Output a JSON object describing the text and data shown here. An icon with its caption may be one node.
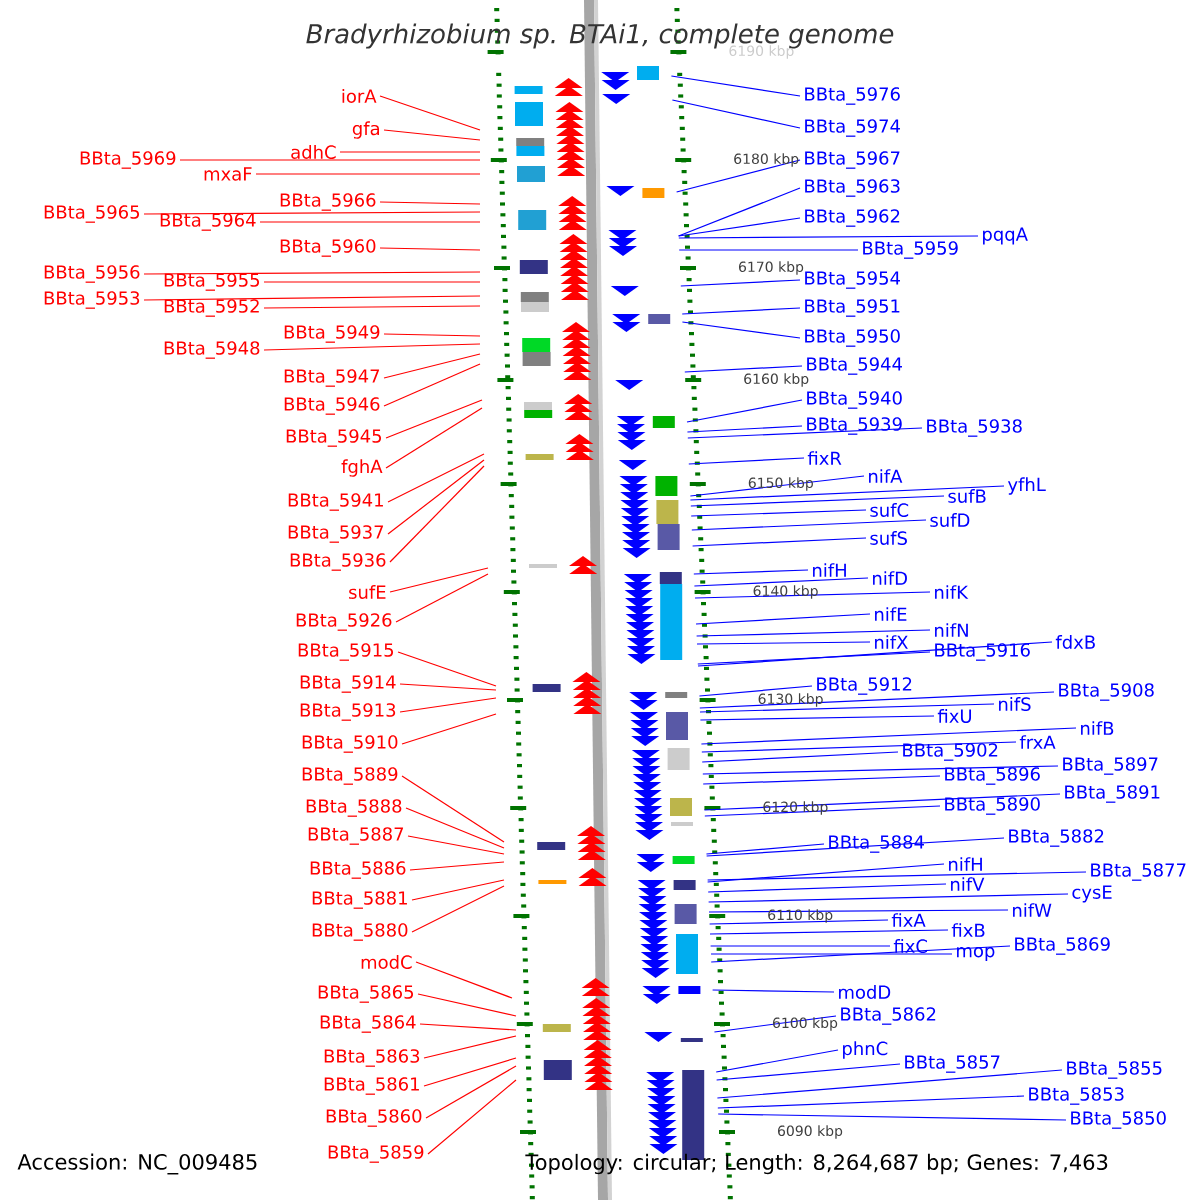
{
  "diagram": {
    "title": "Bradyrhizobium sp. BTAi1, complete genome",
    "nodes": [
      {
        "text": [
          "iorA"
        ]
      },
      {
        "text": [
          "gfa"
        ]
      },
      {
        "text": [
          "adhC"
        ]
      },
      {
        "text": [
          "BBta_5969"
        ]
      },
      {
        "text": [
          "mxaF"
        ]
      },
      {
        "text": [
          "BBta_5966"
        ]
      },
      {
        "text": [
          "BBta_5965"
        ]
      },
      {
        "text": [
          "BBta_5964"
        ]
      },
      {
        "text": [
          "BBta_5960"
        ]
      },
      {
        "text": [
          "BBta_5956"
        ]
      },
      {
        "text": [
          "BBta_5955"
        ]
      },
      {
        "text": [
          "BBta_5953"
        ]
      },
      {
        "text": [
          "BBta_5952"
        ]
      },
      {
        "text": [
          "BBta_5949"
        ]
      },
      {
        "text": [
          "BBta_5948"
        ]
      },
      {
        "text": [
          "BBta_5947"
        ]
      },
      {
        "text": [
          "BBta_5946"
        ]
      },
      {
        "text": [
          "BBta_5945"
        ]
      },
      {
        "text": [
          "fghA"
        ]
      },
      {
        "text": [
          "BBta_5941"
        ]
      },
      {
        "text": [
          "BBta_5937"
        ]
      },
      {
        "text": [
          "BBta_5936"
        ]
      },
      {
        "text": [
          "sufE"
        ]
      },
      {
        "text": [
          "BBta_5926"
        ]
      },
      {
        "text": [
          "BBta_5915"
        ]
      },
      {
        "text": [
          "BBta_5914"
        ]
      },
      {
        "text": [
          "BBta_5913"
        ]
      },
      {
        "text": [
          "BBta_5910"
        ]
      },
      {
        "text": [
          "BBta_5889"
        ]
      },
      {
        "text": [
          "BBta_5888"
        ]
      },
      {
        "text": [
          "BBta_5887"
        ]
      },
      {
        "text": [
          "BBta_5886"
        ]
      },
      {
        "text": [
          "BBta_5881"
        ]
      },
      {
        "text": [
          "BBta_5880"
        ]
      },
      {
        "text": [
          "modC"
        ]
      },
      {
        "text": [
          "BBta_5865"
        ]
      },
      {
        "text": [
          "BBta_5864"
        ]
      },
      {
        "text": [
          "BBta_5863"
        ]
      },
      {
        "text": [
          "BBta_5861"
        ]
      },
      {
        "text": [
          "BBta_5860"
        ]
      },
      {
        "text": [
          "BBta_5859"
        ]
      },
      {
        "text": [
          "BBta_5976"
        ]
      },
      {
        "text": [
          "BBta_5974"
        ]
      },
      {
        "text": [
          "BBta_5967"
        ]
      },
      {
        "text": [
          "BBta_5963"
        ]
      },
      {
        "text": [
          "BBta_5962"
        ]
      },
      {
        "text": [
          "pqqA"
        ]
      },
      {
        "text": [
          "BBta_5959"
        ]
      },
      {
        "text": [
          "BBta_5954"
        ]
      },
      {
        "text": [
          "BBta_5951"
        ]
      },
      {
        "text": [
          "BBta_5950"
        ]
      },
      {
        "text": [
          "BBta_5944"
        ]
      },
      {
        "text": [
          "BBta_5940"
        ]
      },
      {
        "text": [
          "BBta_5939"
        ]
      },
      {
        "text": [
          "BBta_5938"
        ]
      },
      {
        "text": [
          "fixR"
        ]
      },
      {
        "text": [
          "nifA"
        ]
      },
      {
        "text": [
          "sufB"
        ]
      },
      {
        "text": [
          "yfhL"
        ]
      },
      {
        "text": [
          "sufC"
        ]
      },
      {
        "text": [
          "sufD"
        ]
      },
      {
        "text": [
          "sufS"
        ]
      },
      {
        "text": [
          "nifH"
        ]
      },
      {
        "text": [
          "nifD"
        ]
      },
      {
        "text": [
          "nifK"
        ]
      },
      {
        "text": [
          "nifE"
        ]
      },
      {
        "text": [
          "nifN"
        ]
      },
      {
        "text": [
          "nifX"
        ]
      },
      {
        "text": [
          "BBta_5916"
        ]
      },
      {
        "text": [
          "fdxB"
        ]
      },
      {
        "text": [
          "BBta_5912"
        ]
      },
      {
        "text": [
          "BBta_5908"
        ]
      },
      {
        "text": [
          "nifS"
        ]
      },
      {
        "text": [
          "fixU"
        ]
      },
      {
        "text": [
          "nifB"
        ]
      },
      {
        "text": [
          "frxA"
        ]
      },
      {
        "text": [
          "BBta_5902"
        ]
      },
      {
        "text": [
          "BBta_5897"
        ]
      },
      {
        "text": [
          "BBta_5896"
        ]
      },
      {
        "text": [
          "BBta_5891"
        ]
      },
      {
        "text": [
          "BBta_5890"
        ]
      },
      {
        "text": [
          "BBta_5884"
        ]
      },
      {
        "text": [
          "BBta_5882"
        ]
      },
      {
        "text": [
          "nifH"
        ]
      },
      {
        "text": [
          "BBta_5877"
        ]
      },
      {
        "text": [
          "nifV"
        ]
      },
      {
        "text": [
          "cysE"
        ]
      },
      {
        "text": [
          "nifW"
        ]
      },
      {
        "text": [
          "fixA"
        ]
      },
      {
        "text": [
          "fixB"
        ]
      },
      {
        "text": [
          "fixC"
        ]
      },
      {
        "text": [
          "mop"
        ]
      },
      {
        "text": [
          "BBta_5869"
        ]
      },
      {
        "text": [
          "modD"
        ]
      },
      {
        "text": [
          "BBta_5862"
        ]
      },
      {
        "text": [
          "phnC"
        ]
      },
      {
        "text": [
          "BBta_5857"
        ]
      },
      {
        "text": [
          "BBta_5855"
        ]
      },
      {
        "text": [
          "BBta_5853"
        ]
      },
      {
        "text": [
          "BBta_5850"
        ]
      }
    ],
    "edges": [
      {
        "from": 0,
        "to": null,
        "arrow": "none",
        "color": "#ff0000"
      },
      {
        "from": 1,
        "to": null,
        "arrow": "none",
        "color": "#ff0000"
      },
      {
        "from": 2,
        "to": null,
        "arrow": "none",
        "color": "#ff0000"
      },
      {
        "from": 3,
        "to": null,
        "arrow": "none",
        "color": "#ff0000"
      },
      {
        "from": 4,
        "to": null,
        "arrow": "none",
        "color": "#ff0000"
      },
      {
        "from": 5,
        "to": null,
        "arrow": "none",
        "color": "#ff0000"
      },
      {
        "from": 6,
        "to": null,
        "arrow": "none",
        "color": "#ff0000"
      },
      {
        "from": 7,
        "to": null,
        "arrow": "none",
        "color": "#ff0000"
      },
      {
        "from": 8,
        "to": null,
        "arrow": "none",
        "color": "#ff0000"
      },
      {
        "from": 9,
        "to": null,
        "arrow": "none",
        "color": "#ff0000"
      },
      {
        "from": 10,
        "to": null,
        "arrow": "none",
        "color": "#ff0000"
      },
      {
        "from": 11,
        "to": null,
        "arrow": "none",
        "color": "#ff0000"
      },
      {
        "from": 12,
        "to": null,
        "arrow": "none",
        "color": "#ff0000"
      },
      {
        "from": 13,
        "to": null,
        "arrow": "none",
        "color": "#ff0000"
      },
      {
        "from": 14,
        "to": null,
        "arrow": "none",
        "color": "#ff0000"
      },
      {
        "from": 15,
        "to": null,
        "arrow": "none",
        "color": "#ff0000"
      },
      {
        "from": 16,
        "to": null,
        "arrow": "none",
        "color": "#ff0000"
      },
      {
        "from": 17,
        "to": null,
        "arrow": "none",
        "color": "#ff0000"
      },
      {
        "from": 18,
        "to": null,
        "arrow": "none",
        "color": "#ff0000"
      },
      {
        "from": 19,
        "to": null,
        "arrow": "none",
        "color": "#ff0000"
      },
      {
        "from": 20,
        "to": null,
        "arrow": "none",
        "color": "#ff0000"
      },
      {
        "from": 21,
        "to": null,
        "arrow": "none",
        "color": "#ff0000"
      },
      {
        "from": 22,
        "to": null,
        "arrow": "none",
        "color": "#ff0000"
      },
      {
        "from": 23,
        "to": null,
        "arrow": "none",
        "color": "#ff0000"
      },
      {
        "from": 24,
        "to": null,
        "arrow": "none",
        "color": "#ff0000"
      },
      {
        "from": 25,
        "to": null,
        "arrow": "none",
        "color": "#ff0000"
      },
      {
        "from": 26,
        "to": null,
        "arrow": "none",
        "color": "#ff0000"
      },
      {
        "from": 27,
        "to": null,
        "arrow": "none",
        "color": "#ff0000"
      },
      {
        "from": 28,
        "to": null,
        "arrow": "none",
        "color": "#ff0000"
      },
      {
        "from": 29,
        "to": null,
        "arrow": "none",
        "color": "#ff0000"
      },
      {
        "from": 30,
        "to": null,
        "arrow": "none",
        "color": "#ff0000"
      },
      {
        "from": 31,
        "to": null,
        "arrow": "none",
        "color": "#ff0000"
      },
      {
        "from": 32,
        "to": null,
        "arrow": "none",
        "color": "#ff0000"
      },
      {
        "from": 33,
        "to": null,
        "arrow": "none",
        "color": "#ff0000"
      },
      {
        "from": 34,
        "to": null,
        "arrow": "none",
        "color": "#ff0000"
      },
      {
        "from": 35,
        "to": null,
        "arrow": "none",
        "color": "#ff0000"
      },
      {
        "from": 36,
        "to": null,
        "arrow": "none",
        "color": "#ff0000"
      },
      {
        "from": 37,
        "to": null,
        "arrow": "none",
        "color": "#ff0000"
      },
      {
        "from": 38,
        "to": null,
        "arrow": "none",
        "color": "#ff0000"
      },
      {
        "from": 39,
        "to": null,
        "arrow": "none",
        "color": "#ff0000"
      },
      {
        "from": 40,
        "to": null,
        "arrow": "none",
        "color": "#ff0000"
      },
      {
        "from": 41,
        "to": null,
        "arrow": "none"
      },
      {
        "from": 42,
        "to": null,
        "arrow": "none"
      },
      {
        "from": 43,
        "to": null,
        "arrow": "none"
      },
      {
        "from": 44,
        "to": null,
        "arrow": "none"
      },
      {
        "from": 45,
        "to": null,
        "arrow": "none"
      },
      {
        "from": 46,
        "to": null,
        "arrow": "none"
      },
      {
        "from": 47,
        "to": null,
        "arrow": "none"
      },
      {
        "from": 48,
        "to": null,
        "arrow": "none"
      },
      {
        "from": 49,
        "to": null,
        "arrow": "none"
      },
      {
        "from": 50,
        "to": null,
        "arrow": "none"
      },
      {
        "from": 51,
        "to": null,
        "arrow": "none"
      },
      {
        "from": 52,
        "to": null,
        "arrow": "none"
      },
      {
        "from": 53,
        "to": null,
        "arrow": "none"
      },
      {
        "from": 54,
        "to": null,
        "arrow": "none"
      },
      {
        "from": 55,
        "to": null,
        "arrow": "none"
      },
      {
        "from": 56,
        "to": null,
        "arrow": "none"
      },
      {
        "from": 57,
        "to": null,
        "arrow": "none"
      },
      {
        "from": 58,
        "to": null,
        "arrow": "none"
      },
      {
        "from": 59,
        "to": null,
        "arrow": "none"
      },
      {
        "from": 60,
        "to": null,
        "arrow": "none"
      },
      {
        "from": 61,
        "to": null,
        "arrow": "none"
      },
      {
        "from": 62,
        "to": null,
        "arrow": "none"
      },
      {
        "from": 63,
        "to": null,
        "arrow": "none"
      },
      {
        "from": 64,
        "to": null,
        "arrow": "none"
      },
      {
        "from": 65,
        "to": null,
        "arrow": "none"
      },
      {
        "from": 66,
        "to": null,
        "arrow": "none"
      },
      {
        "from": 67,
        "to": null,
        "arrow": "none"
      },
      {
        "from": 68,
        "to": null,
        "arrow": "none"
      },
      {
        "from": 69,
        "to": null,
        "arrow": "none"
      },
      {
        "from": 70,
        "to": null,
        "arrow": "none"
      },
      {
        "from": 71,
        "to": null,
        "arrow": "none"
      },
      {
        "from": 72,
        "to": null,
        "arrow": "none"
      },
      {
        "from": 73,
        "to": null,
        "arrow": "none"
      },
      {
        "from": 74,
        "to": null,
        "arrow": "none"
      },
      {
        "from": 75,
        "to": null,
        "arrow": "none"
      },
      {
        "from": 76,
        "to": null,
        "arrow": "none"
      },
      {
        "from": 77,
        "to": null,
        "arrow": "none"
      },
      {
        "from": 78,
        "to": null,
        "arrow": "none"
      },
      {
        "from": 79,
        "to": null,
        "arrow": "none"
      },
      {
        "from": 80,
        "to": null,
        "arrow": "none"
      },
      {
        "from": 81,
        "to": null,
        "arrow": "none"
      },
      {
        "from": 82,
        "to": null,
        "arrow": "none"
      },
      {
        "from": 83,
        "to": null,
        "arrow": "none"
      },
      {
        "from": 84,
        "to": null,
        "arrow": "none"
      },
      {
        "from": 85,
        "to": null,
        "arrow": "none"
      },
      {
        "from": 86,
        "to": null,
        "arrow": "none"
      },
      {
        "from": 87,
        "to": null,
        "arrow": "none"
      },
      {
        "from": 88,
        "to": null,
        "arrow": "none"
      },
      {
        "from": 89,
        "to": null,
        "arrow": "none"
      },
      {
        "from": 90,
        "to": null,
        "arrow": "none"
      },
      {
        "from": 91,
        "to": null,
        "arrow": "none"
      },
      {
        "from": 92,
        "to": null,
        "arrow": "none"
      },
      {
        "from": 93,
        "to": null,
        "arrow": "none"
      },
      {
        "from": 94,
        "to": null,
        "arrow": "none"
      },
      {
        "from": 95,
        "to": null,
        "arrow": "none"
      },
      {
        "from": 96,
        "to": null,
        "arrow": "none"
      },
      {
        "from": 97,
        "to": null,
        "arrow": "none"
      },
      {
        "from": 98,
        "to": null,
        "arrow": "none"
      },
      {
        "from": 99,
        "to": null,
        "arrow": "none"
      }
    ],
    "labels": [
      "6190 kbp",
      "6180 kbp",
      "6170 kbp",
      "6160 kbp",
      "6150 kbp",
      "6140 kbp",
      "6130 kbp",
      "6120 kbp",
      "6110 kbp",
      "6100 kbp",
      "6090 kbp",
      "Accession: NC_009485",
      "Topology: circular; Length: 8,264,687 bp; Genes: 7,463"
    ]
  }
}
